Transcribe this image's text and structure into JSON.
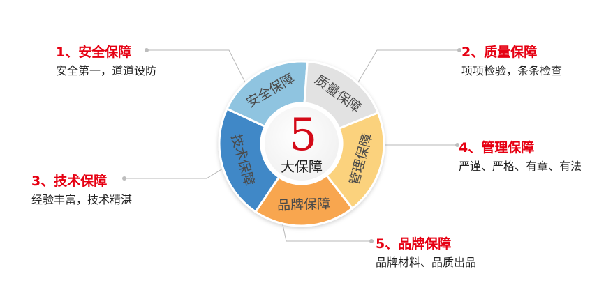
{
  "center": {
    "number": "5",
    "label": "大保障"
  },
  "segments": [
    {
      "label": "安全保障",
      "color": "#8fc4e0"
    },
    {
      "label": "质量保障",
      "color": "#e2e2e2"
    },
    {
      "label": "管理保障",
      "color": "#fbd27d"
    },
    {
      "label": "品牌保障",
      "color": "#f8a650"
    },
    {
      "label": "技术保障",
      "color": "#3f88c7"
    }
  ],
  "callouts": [
    {
      "title": "1、安全保障",
      "desc": "安全第一，道道设防"
    },
    {
      "title": "2、质量保障",
      "desc": "项项检验，条条检查"
    },
    {
      "title": "3、技术保障",
      "desc": "经验丰富，技术精湛"
    },
    {
      "title": "4、管理保障",
      "desc": "严谨、严格、有章、有法"
    },
    {
      "title": "5、品牌保障",
      "desc": "品牌材料、品质出品"
    }
  ]
}
